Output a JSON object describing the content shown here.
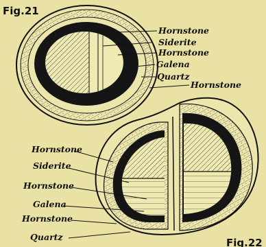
{
  "colors": {
    "paper": "#e9e2a4",
    "ink": "#111111",
    "galena_band": "#151515"
  },
  "fig21": {
    "title": "Fig.21",
    "labels": [
      {
        "key": "hornstone-outer",
        "text": "Hornstone"
      },
      {
        "key": "siderite",
        "text": "Siderite"
      },
      {
        "key": "hornstone-inner",
        "text": "Hornstone"
      },
      {
        "key": "galena",
        "text": "Galena"
      },
      {
        "key": "quartz",
        "text": "Quartz"
      },
      {
        "key": "hornstone-crust",
        "text": "Hornstone"
      }
    ]
  },
  "fig22": {
    "title": "Fig.22",
    "labels": [
      {
        "key": "hornstone-top",
        "text": "Hornstone"
      },
      {
        "key": "siderite",
        "text": "Siderite"
      },
      {
        "key": "hornstone-mid",
        "text": "Hornstone"
      },
      {
        "key": "galena",
        "text": "Galena"
      },
      {
        "key": "hornstone-low",
        "text": "Hornstone"
      },
      {
        "key": "quartz",
        "text": "Quartz"
      }
    ]
  }
}
